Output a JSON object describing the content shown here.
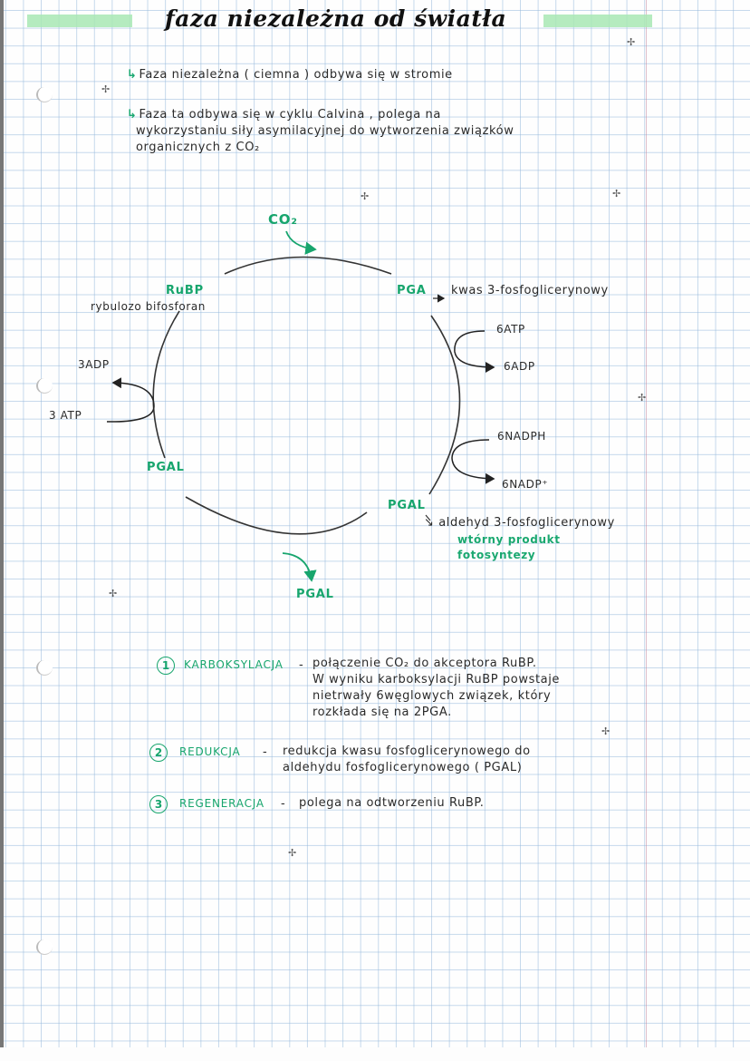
{
  "title": "faza niezależna od światła",
  "colors": {
    "accent_green": "#17a56d",
    "highlight": "#a8e8b4",
    "ink": "#2a2a2a",
    "grid": "#96b9dc"
  },
  "intro": [
    {
      "bullet": "↳",
      "text": "Faza niezależna ( ciemna ) odbywa się w stromie"
    },
    {
      "bullet": "↳",
      "text_lines": [
        "Faza ta odbywa się w cyklu Calvina , polega na",
        "wykorzystaniu siły asymilacyjnej do wytworzenia związków",
        "organicznych z CO₂"
      ]
    }
  ],
  "diagram": {
    "input_top": "CO₂",
    "nodes": {
      "rubp": {
        "label": "RuBP",
        "desc": "rybulozo bifosforan"
      },
      "pga": {
        "label": "PGA",
        "desc": "kwas 3-fosfoglicerynowy"
      },
      "pgal_right": {
        "label": "PGAL",
        "desc": "aldehyd 3-fosfoglicerynowy",
        "note_lines": [
          "wtórny produkt",
          "fotosyntezy"
        ]
      },
      "pgal_left": {
        "label": "PGAL"
      },
      "pgal_bottom": {
        "label": "PGAL"
      }
    },
    "right_reactions": [
      {
        "in": "6ATP",
        "out": "6ADP"
      },
      {
        "in": "6NADPH",
        "out": "6NADP⁺"
      }
    ],
    "left_reaction": {
      "in": "3 ATP",
      "out": "3ADP"
    }
  },
  "stages": [
    {
      "number": "1",
      "name": "KARBOKSYLACJA",
      "dash": "-",
      "lines": [
        "połączenie CO₂ do akceptora RuBP.",
        "W wyniku karboksylacji RuBP powstaje",
        "nietrwały 6węglowych związek, który",
        "rozkłada się na 2PGA."
      ]
    },
    {
      "number": "2",
      "name": "REDUKCJA",
      "dash": "-",
      "lines": [
        "redukcja kwasu fosfoglicerynowego do",
        "aldehydu fosfoglicerynowego ( PGAL)"
      ]
    },
    {
      "number": "3",
      "name": "REGENERACJA",
      "dash": "-",
      "lines": [
        "polega na odtworzeniu RuBP."
      ]
    }
  ],
  "doodles": {
    "star": "✢"
  }
}
